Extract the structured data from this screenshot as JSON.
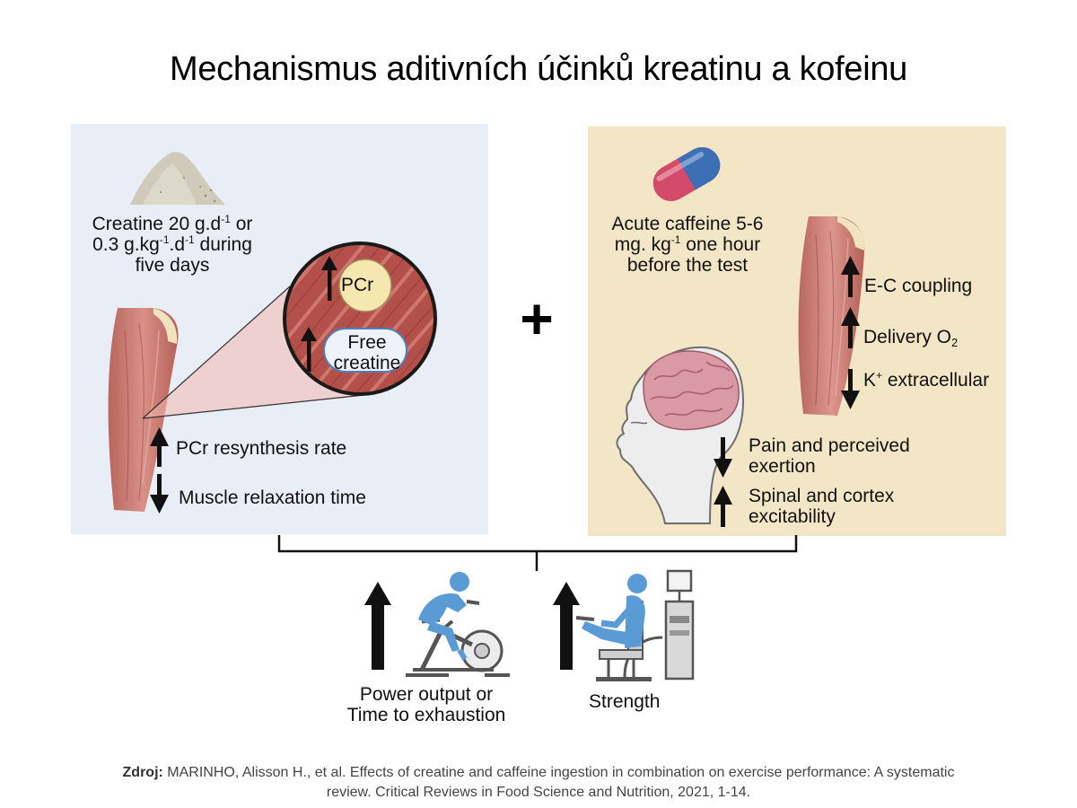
{
  "title": "Mechanismus aditivních účinků kreatinu a kofeinu",
  "creatine": {
    "dose_line1_a": "Creatine 20 g.d",
    "dose_line1_sup": "-1",
    "dose_line1_b": " or",
    "dose_line2_a": "0.3 g.kg",
    "dose_line2_sup1": "-1",
    "dose_line2_b": ".d",
    "dose_line2_sup2": "-1",
    "dose_line2_c": " during",
    "dose_line3": "five days",
    "pcr": "PCr",
    "free_creatine_1": "Free",
    "free_creatine_2": "creatine",
    "pcr_resynthesis": "PCr resynthesis rate",
    "muscle_relaxation": "Muscle relaxation time"
  },
  "plus_sign": "+",
  "caffeine": {
    "dose_line1": "Acute caffeine 5-6",
    "dose_line2_a": "mg. kg",
    "dose_line2_sup": "-1",
    "dose_line2_b": " one hour",
    "dose_line3": "before the test",
    "ec_coupling": "E-C coupling",
    "delivery_a": "Delivery O",
    "delivery_sub": "2",
    "k_a": "K",
    "k_sup": "+",
    "k_b": " extracellular",
    "pain_1": "Pain and perceived",
    "pain_2": "exertion",
    "spinal_1": "Spinal and cortex",
    "spinal_2": "excitability"
  },
  "outcomes": {
    "power_1": "Power output or",
    "power_2": "Time to exhaustion",
    "strength": "Strength"
  },
  "source": {
    "label": "Zdroj:",
    "line1": " MARINHO, Alisson H., et al. Effects of creatine and caffeine ingestion in combination on exercise performance: A systematic",
    "line2": "review. Critical Reviews in Food Science and Nutrition, 2021, 1-14."
  },
  "colors": {
    "left_panel": "#e8edf6",
    "right_panel": "#f2e6c6",
    "muscle": "#c9786e",
    "arrow": "#111111",
    "figure_blue": "#5b9bd5"
  }
}
